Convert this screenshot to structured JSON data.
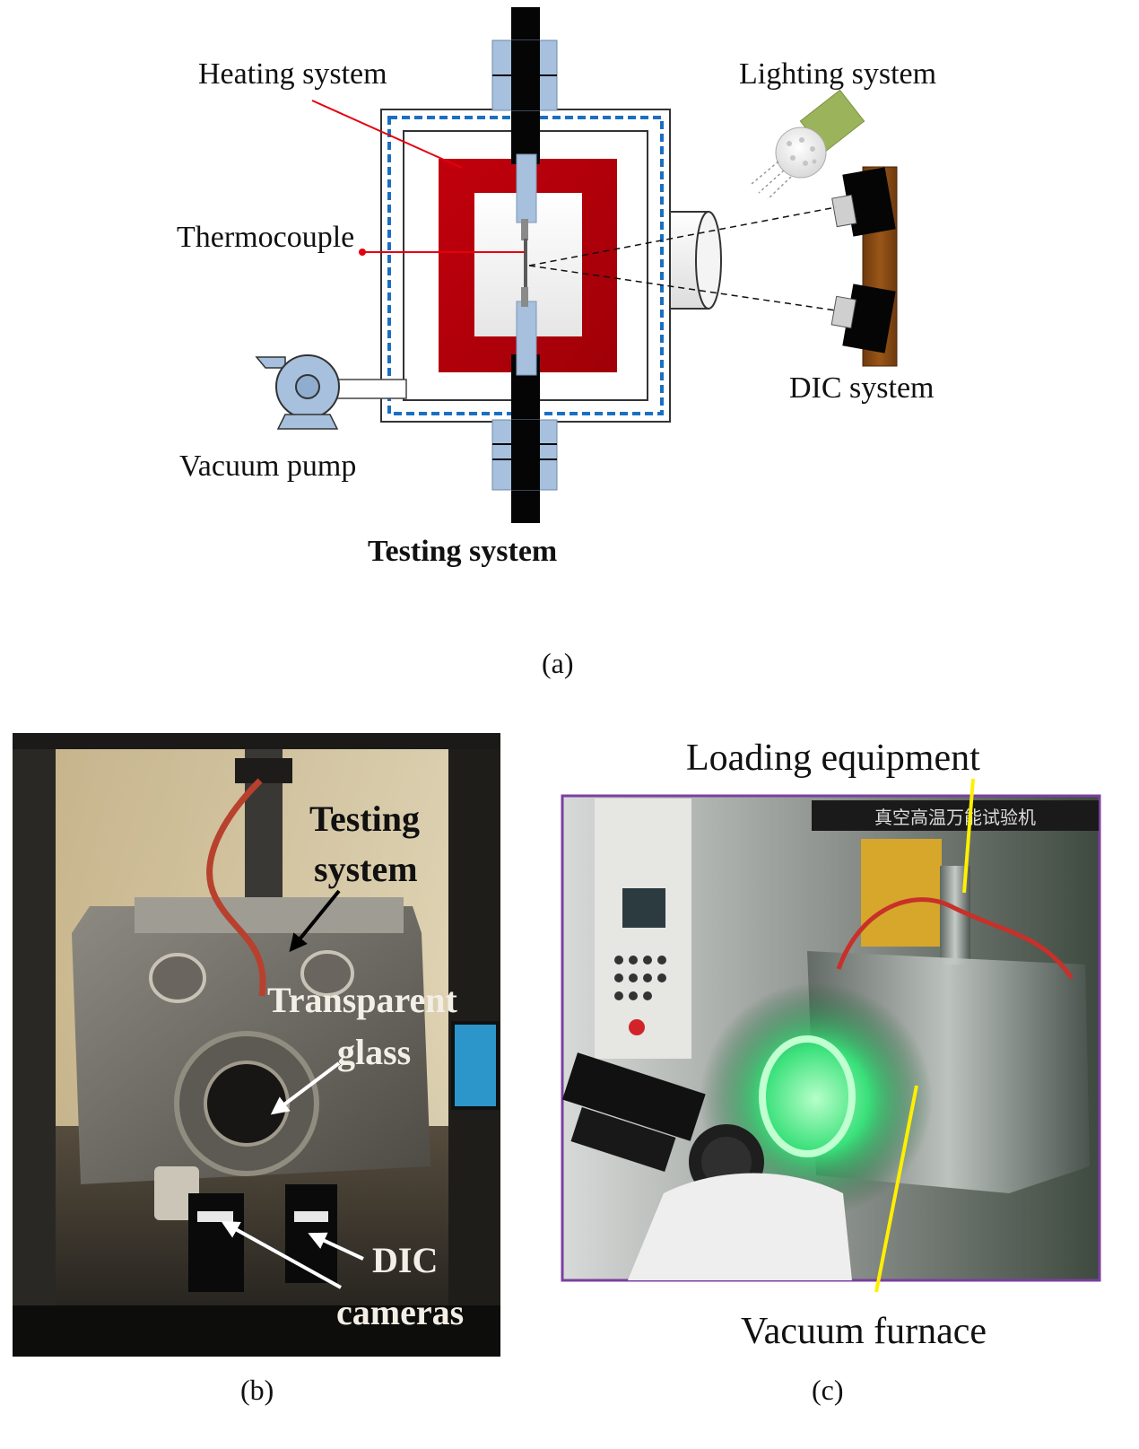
{
  "panel_a": {
    "heating_system": "Heating system",
    "lighting_system": "Lighting system",
    "thermocouple": "Thermocouple",
    "vacuum_pump": "Vacuum pump",
    "dic_system": "DIC system",
    "testing_system": "Testing system",
    "caption": "(a)"
  },
  "panel_b": {
    "testing_line1": "Testing",
    "testing_line2": "system",
    "glass_line1": "Transparent",
    "glass_line2": "glass",
    "dic_line1": "DIC",
    "dic_line2": "cameras",
    "caption": "(b)"
  },
  "panel_c": {
    "loading_equipment": "Loading equipment",
    "vacuum_furnace": "Vacuum furnace",
    "machine_sign": "真空高温万能试验机",
    "caption": "(c)"
  },
  "colors": {
    "heater_red": "#b5000b",
    "grip_blue": "#a6c0de",
    "insulation_blue": "#1b6fc1",
    "lamp_green": "#9bb35a",
    "dic_brown": "#8b4a14",
    "furnace_glow": "#39e07a",
    "photo_c_border": "#7b3fa0"
  }
}
